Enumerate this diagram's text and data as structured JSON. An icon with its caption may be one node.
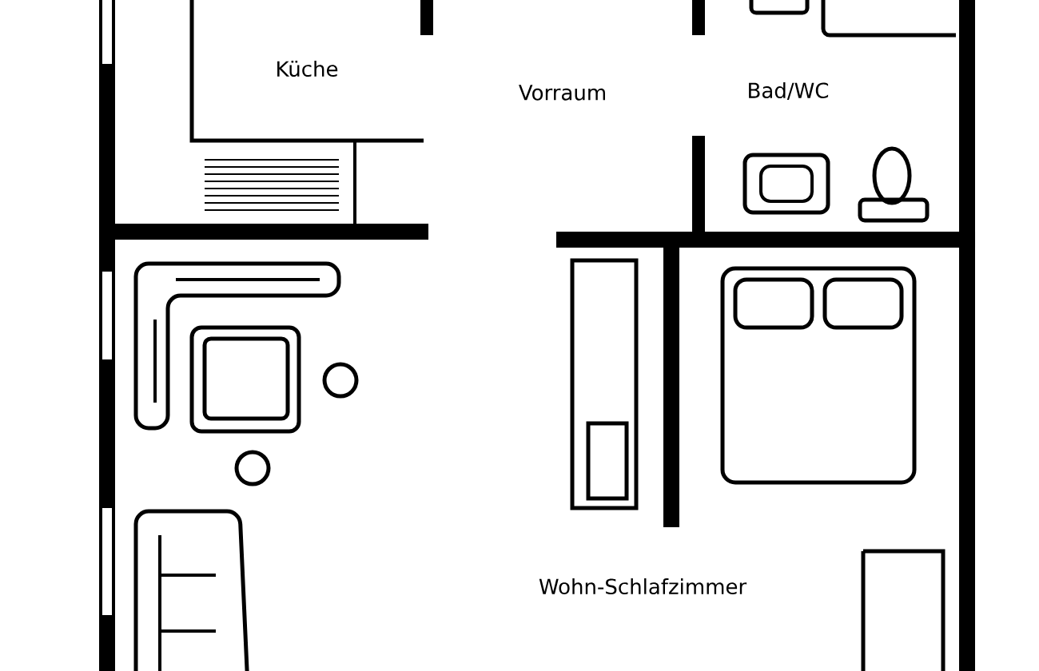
{
  "diagram": {
    "labels": [
      "Küche",
      "Vorraum",
      "Bad/WC",
      "Wohn-Schlafzimmer"
    ]
  }
}
